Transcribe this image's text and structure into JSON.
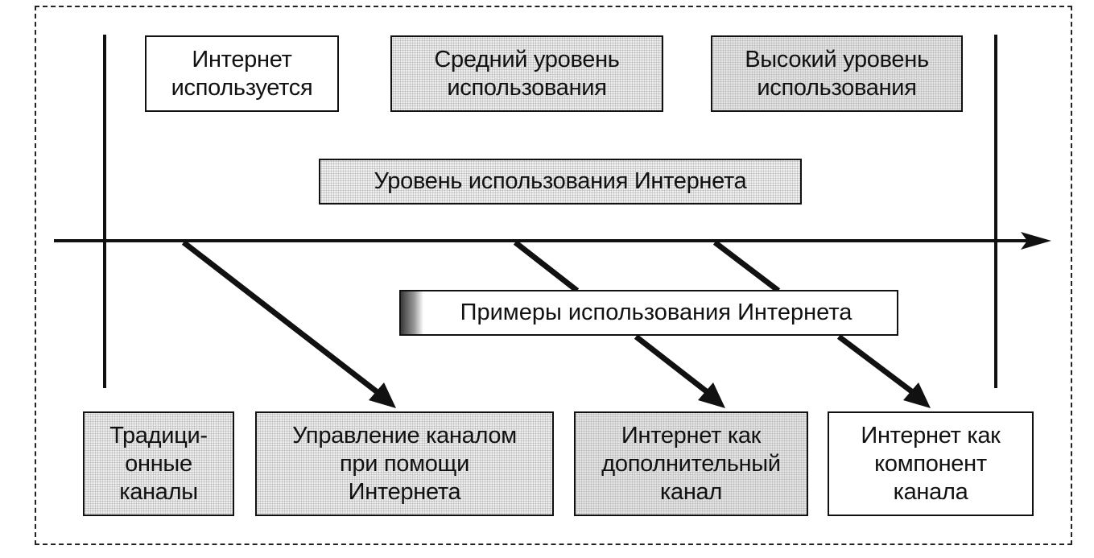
{
  "top_boxes": [
    {
      "id": "internet-used",
      "text": "Интернет\nиспользуется"
    },
    {
      "id": "medium-level",
      "text": "Средний уровень\nиспользования"
    },
    {
      "id": "high-level",
      "text": "Высокий уровень\nиспользования"
    }
  ],
  "axis_label": "Уровень использования Интернета",
  "examples_label": "Примеры использования Интернета",
  "bottom_boxes": [
    {
      "id": "traditional-channels",
      "text": "Традици-\nонные\nканалы"
    },
    {
      "id": "channel-management",
      "text": "Управление каналом\nпри помощи\nИнтернета"
    },
    {
      "id": "additional-channel",
      "text": "Интернет как\nдополнительный\nканал"
    },
    {
      "id": "channel-component",
      "text": "Интернет как\nкомпонент\nканала"
    }
  ]
}
